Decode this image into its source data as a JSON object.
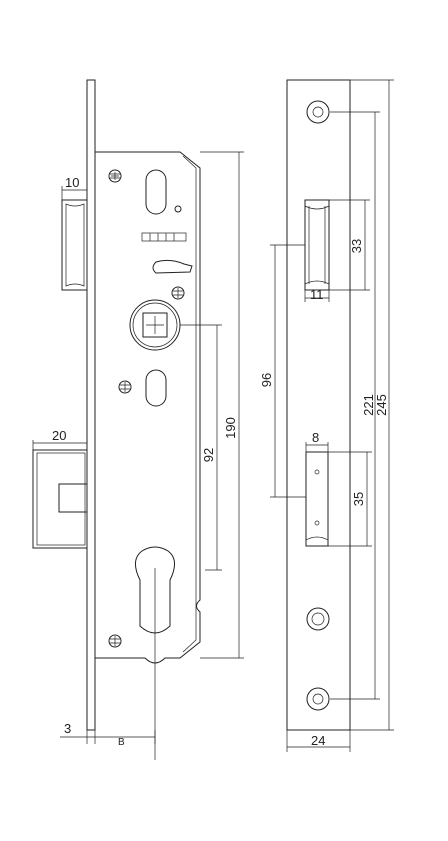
{
  "dimensions": {
    "d10": "10",
    "d20": "20",
    "d3": "3",
    "dB": "B",
    "d92": "92",
    "d190": "190",
    "d96": "96",
    "d33": "33",
    "d11": "11",
    "d8": "8",
    "d35": "35",
    "d221": "221",
    "d245": "245",
    "d24": "24"
  },
  "colors": {
    "line": "#222222",
    "background": "#ffffff"
  }
}
